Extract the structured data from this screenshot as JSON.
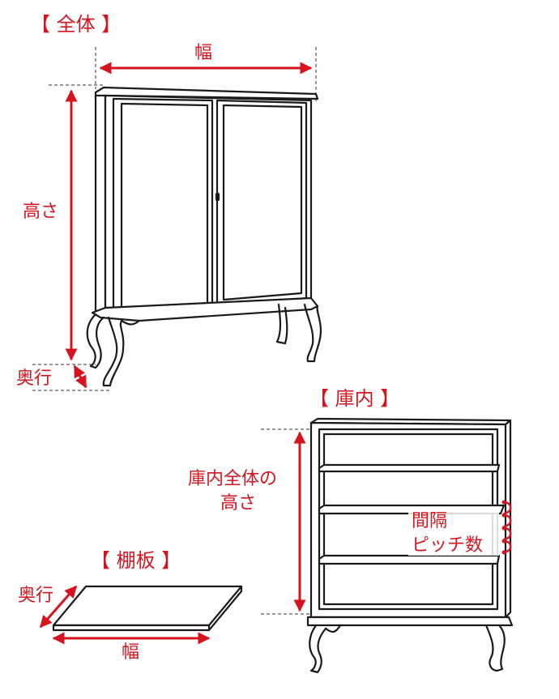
{
  "colors": {
    "accent": "#d6141f",
    "line": "#1a1a1a"
  },
  "whole": {
    "title": "【 全体 】",
    "width_label": "幅",
    "height_label": "高さ",
    "depth_label": "奥行"
  },
  "interior": {
    "title": "【 庫内 】",
    "height_label_line1": "庫内全体の",
    "height_label_line2": "高さ",
    "pitch_label_line1": "間隔",
    "pitch_label_line2": "ピッチ数"
  },
  "shelf": {
    "title": "【 棚板 】",
    "depth_label": "奥行",
    "width_label": "幅"
  }
}
